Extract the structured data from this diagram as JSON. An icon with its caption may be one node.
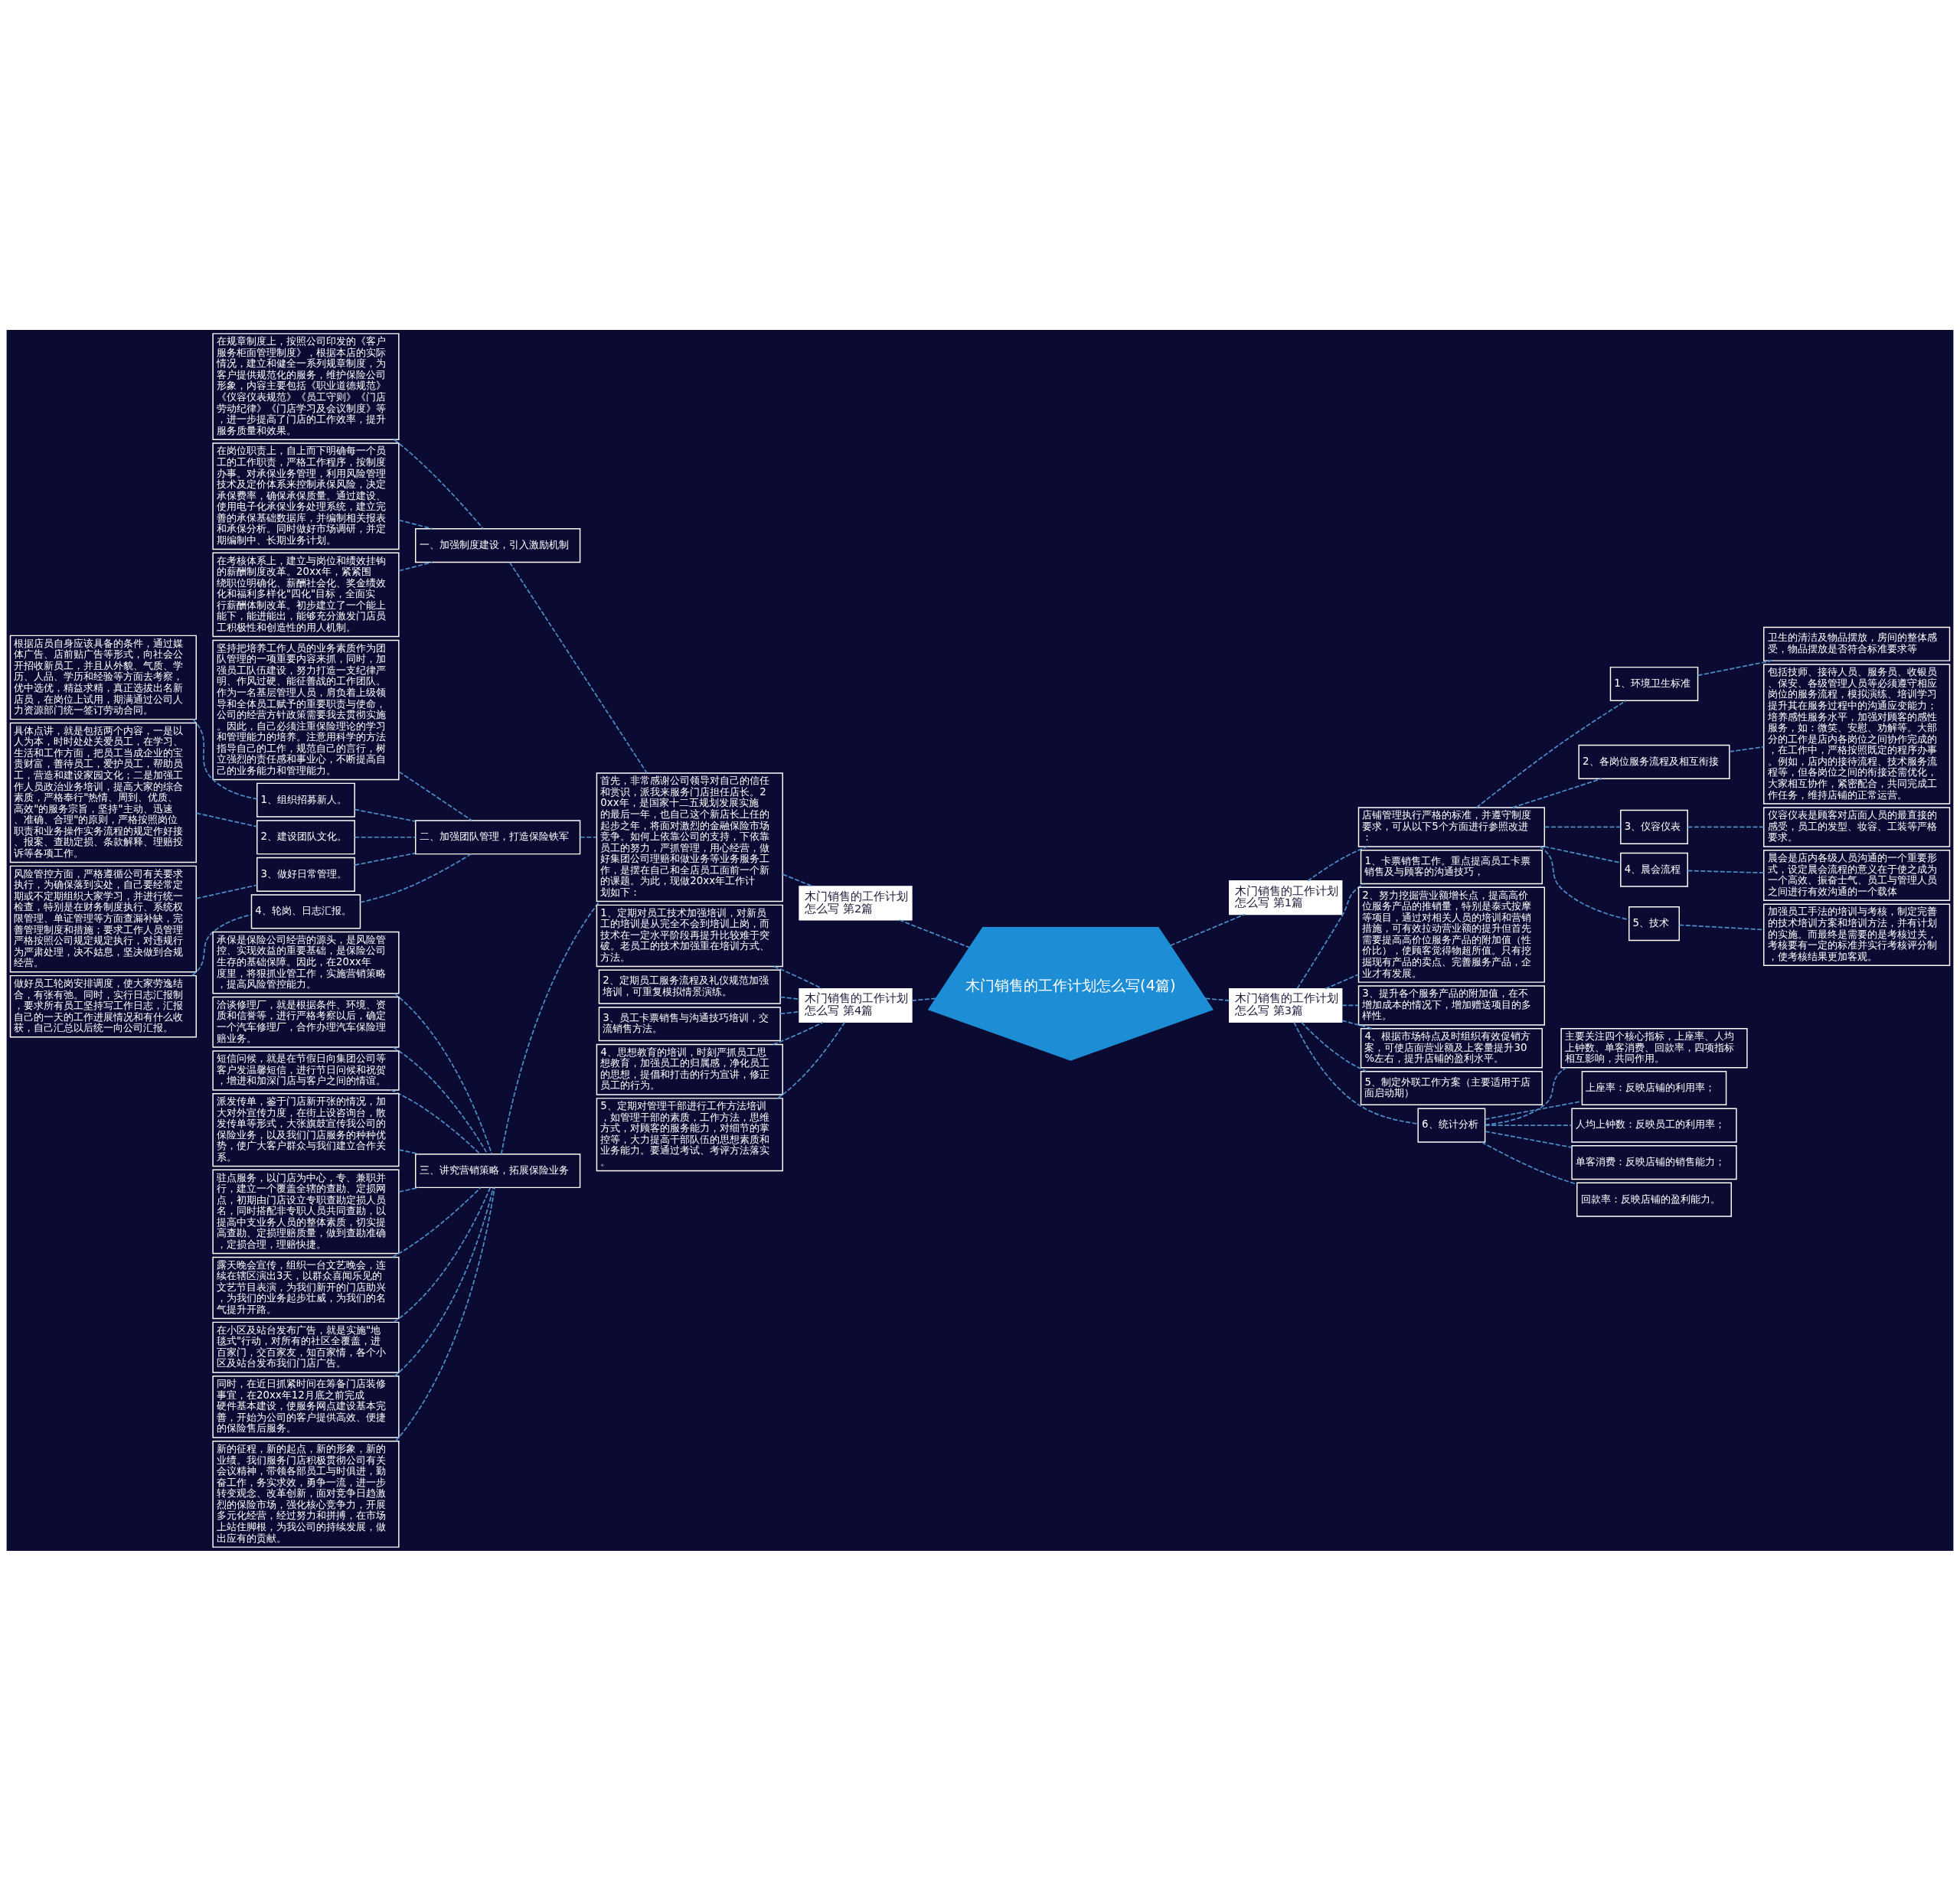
{
  "diagram": {
    "nodes": [
      {
        "text": [
          "木门销售的工作计划怎么写(4篇)"
        ]
      },
      {
        "text": [
          "木门销售的工作计划怎么写 第1篇"
        ]
      },
      {
        "text": [
          "店铺管理执行严格的标准，并遵守制度要求，可从以下5个方面进行参照改进："
        ]
      },
      {
        "text": [
          "1、环境卫生标准"
        ]
      },
      {
        "text": [
          "卫生的清洁及物品摆放，房间的整体感受，物品摆放是否符合标准要求等"
        ]
      },
      {
        "text": [
          "2、各岗位服务流程及相互衔接"
        ]
      },
      {
        "text": [
          "包括技师、接待人员、服务员、收银员、保安、各级管理人员等必须遵守相应岗位的服务流程，模拟演练、培训学习提升其在服务过程中的沟通应变能力；培养感性服务水平，加强对顾客的感性服务，如：微笑、安慰、劝解等。大部分的工作是店内各岗位之间协作完成的，在工作中，严格按照既定的程序办事。例如，店内的接待流程、技术服务流程等，但各岗位之间的衔接还需优化，大家相互协作，紧密配合，共同完成工作任务，维持店铺的正常运营。"
        ]
      },
      {
        "text": [
          "3、仪容仪表"
        ]
      },
      {
        "text": [
          "仪容仪表是顾客对店面人员的最直接的感受，员工的发型、妆容、工装等严格要求。"
        ]
      },
      {
        "text": [
          "4、晨会流程"
        ]
      },
      {
        "text": [
          "晨会是店内各级人员沟通的一个重要形式，设定晨会流程的意义在于使之成为一个高效、振奋士气、员工与管理人员之间进行有效沟通的一个载体"
        ]
      },
      {
        "text": [
          "5、技术"
        ]
      },
      {
        "text": [
          "加强员工手法的培训与考核，制定完善的技术培训方案和培训方法，并有计划的实施。而最终是需要的是考核过关，考核要有一定的标准并实行考核评分制，使考核结果更加客观。"
        ]
      },
      {
        "text": [
          "木门销售的工作计划怎么写 第2篇"
        ]
      },
      {
        "text": [
          "首先，非常感谢公司领导对自己的信任和赏识，派我来服务门店担任店长。20xx年，是国家十二五规划发展实施的最后一年，也自己这个新店长上任的起步之年，将面对激烈的金融保险市场竞争。如何上依靠公司的支持，下依靠员工的努力，严抓管理，用心经营，做好集团公司理赔和做业务等业务服务工作，是摆在自己和全店员工面前一个新的课题。为此，现做20xx年工作计划如下："
        ]
      },
      {
        "text": [
          "一、加强制度建设，引入激励机制"
        ]
      },
      {
        "text": [
          "在规章制度上，按照公司印发的《客户服务柜面管理制度》，根据本店的实际情况，建立和健全一系列规章制度，为客户提供规范化的服务，维护保险公司形象，内容主要包括《职业道德规范》《仪容仪表规范》《员工守则》《门店劳动纪律》《门店学习及会议制度》等，进一步提高了门店的工作效率，提升服务质量和效果。"
        ]
      },
      {
        "text": [
          "在岗位职责上，自上而下明确每一个员工的工作职责，严格工作程序，按制度办事。对承保业务管理，利用风险管理技术及定价体系来控制承保风险，决定承保费率，确保承保质量。通过建设、使用电子化承保业务处理系统，建立完善的承保基础数据库，并编制相关报表和承保分析。同时做好市场调研，并定期编制中、长期业务计划。"
        ]
      },
      {
        "text": [
          "在考核体系上，建立与岗位和绩效挂钩的薪酬制度改革。20xx年，紧紧围绕职位明确化、薪酬社会化、奖金绩效化和福利多样化\"四化\"目标，全面实行薪酬体制改革。初步建立了一个能上能下，能进能出，能够充分激发门店员工积极性和创造性的用人机制。"
        ]
      },
      {
        "text": [
          "二、加强团队管理，打造保险铁军"
        ]
      },
      {
        "text": [
          "坚持把培养工作人员的业务素质作为团队管理的一项重要内容来抓，同时，加强员工队伍建设，努力打造一支纪律严明、作风过硬、能征善战的工作团队。作为一名基层管理人员，肩负着上级领导和全体员工赋予的重要职责与使命，公司的经营方针政策需要我去贯彻实施。因此，自己必须注重保险理论的学习和管理能力的培养。注意用科学的方法指导自己的工作，规范自己的言行，树立强烈的责任感和事业心，不断提高自己的业务能力和管理能力。"
        ]
      },
      {
        "text": [
          "1、组织招募新人。"
        ]
      },
      {
        "text": [
          "根据店员自身应该具备的条件，通过媒体广告、店前贴广告等形式，向社会公开招收新员工，并且从外貌、气质、学历、人品、学历和经验等方面去考察，优中选优，精益求精，真正选拔出名新店员，在岗位上试用，期满通过公司人力资源部门统一签订劳动合同。"
        ]
      },
      {
        "text": [
          "2、建设团队文化。"
        ]
      },
      {
        "text": [
          "具体点讲，就是包括两个内容，一是以人为本，时时处处关爱员工，在学习、生活和工作方面，把员工当成企业的宝贵财富，善待员工，爱护员工，帮助员工，营造和建设家园文化；二是加强工作人员政治业务培训，提高大家的综合素质，严格奉行\"热情、周到、优质、高效\"的服务宗旨，坚持\"主动、迅速、准确、合理\"的原则，严格按照岗位职责和业务操作实务流程的规定作好接、报案、查勘定损、条款解释、理赔投诉等各项工作。"
        ]
      },
      {
        "text": [
          "3、做好日常管理。"
        ]
      },
      {
        "text": [
          "风险管控方面，严格遵循公司有关要求执行，为确保落到实处，自己要经常定期或不定期组织大家学习，并进行统一检查，特别是在财务制度执行、系统权限管理、单证管理等方面查漏补缺，完善管理制度和措施；要求工作人员管理严格按照公司规定规定执行，对违规行为严肃处理，决不姑息，坚决做到合规经营。"
        ]
      },
      {
        "text": [
          "4、轮岗、日志汇报。"
        ]
      },
      {
        "text": [
          "做好员工轮岗安排调度，使大家劳逸结合，有张有弛。同时，实行日志汇报制，要求所有员工坚持写工作日志，汇报自己的一天的工作进展情况和有什么收获，自己汇总以后统一向公司汇报。"
        ]
      },
      {
        "text": [
          "三、讲究营销策略，拓展保险业务"
        ]
      },
      {
        "text": [
          "承保是保险公司经营的源头，是风险管控、实现效益的重要基础，是保险公司生存的基础保障。因此，在20xx年度里，将狠抓业管工作，实施营销策略，提高风险管控能力。"
        ]
      },
      {
        "text": [
          "洽谈修理厂，就是根据条件、环境、资质和信誉等，进行严格考察以后，确定一个汽车修理厂，合作办理汽车保险理赔业务。"
        ]
      },
      {
        "text": [
          "短信问候，就是在节假日向集团公司等客户发温馨短信，进行节日问候和祝贺，增进和加深门店与客户之间的情谊。"
        ]
      },
      {
        "text": [
          "派发传单，鉴于门店新开张的情况，加大对外宣传力度，在街上设咨询台，散发传单等形式，大张旗鼓宣传我公司的保险业务，以及我们门店服务的种种优势，使广大客户群众与我们建立合作关系。"
        ]
      },
      {
        "text": [
          "驻点服务，以门店为中心，专、兼职并行，建立一个覆盖全辖的查勘、定损网点，初期由门店设立专职查勘定损人员名，同时搭配非专职人员共同查勘，以提高中支业务人员的整体素质，切实提高查勘、定损理赔质量，做到查勘准确，定损合理，理赔快捷。"
        ]
      },
      {
        "text": [
          "露天晚会宣传，组织一台文艺晚会，连续在辖区演出3天，以群众喜闻乐见的文艺节目表演，为我们新开的门店助兴，为我们的业务起步壮威，为我们的名气提升开路。"
        ]
      },
      {
        "text": [
          "在小区及站台发布广告，就是实施\"地毯式\"行动，对所有的社区全覆盖，进百家门，交百家友，知百家情，各个小区及站台发布我们门店广告。"
        ]
      },
      {
        "text": [
          "同时，在近日抓紧时间在筹备门店装修事宜，在20xx年12月底之前完成硬件基本建设，使服务网点建设基本完善，开始为公司的客户提供高效、便捷的保险售后服务。"
        ]
      },
      {
        "text": [
          "新的征程，新的起点，新的形象，新的业绩。我们服务门店积极贯彻公司有关会议精神，带领各部员工与时俱进，勤奋工作，务实求效，勇争一流，进一步转变观念、改革创新，面对竞争日趋激烈的保险市场，强化核心竞争力，开展多元化经营，经过努力和拼搏，在市场上站住脚根，为我公司的持续发展，做出应有的贡献。"
        ]
      },
      {
        "text": [
          "木门销售的工作计划怎么写 第3篇"
        ]
      },
      {
        "text": [
          "1、卡票销售工作。重点提高员工卡票销售及与顾客的沟通技巧，"
        ]
      },
      {
        "text": [
          "2、努力挖掘营业额增长点，提高高价位服务产品的推销量，特别是泰式按摩等项目，通过对相关人员的培训和营销措施，可有效拉动营业额的提升但首先需要提高高价位服务产品的附加值（性价比），使顾客觉得物超所值。只有挖掘现有产品的卖点、完善服务产品，企业才有发展。"
        ]
      },
      {
        "text": [
          "3、提升各个服务产品的附加值，在不增加成本的情况下，增加赠送项目的多样性。"
        ]
      },
      {
        "text": [
          "4、根据市场特点及时组织有效促销方案，可使店面营业额及上客量提升30%左右，提升店铺的盈利水平。"
        ]
      },
      {
        "text": [
          "5、制定外联工作方案（主要适用于店面启动期）"
        ]
      },
      {
        "text": [
          "6、统计分析"
        ]
      },
      {
        "text": [
          "主要关注四个核心指标，上座率、人均上钟数、单客消费、回款率，四项指标相互影响，共同作用。"
        ]
      },
      {
        "text": [
          "上座率：反映店铺的利用率；"
        ]
      },
      {
        "text": [
          "人均上钟数：反映员工的利用率；"
        ]
      },
      {
        "text": [
          "单客消费：反映店铺的销售能力；"
        ]
      },
      {
        "text": [
          "回款率：反映店铺的盈利能力。"
        ]
      },
      {
        "text": [
          "木门销售的工作计划怎么写 第4篇"
        ]
      },
      {
        "text": [
          "1、定期对员工技术加强培训，对新员工的培训是从完全不会到培训上岗，而技术在一定水平阶段再提升比较难于突破。老员工的技术加强重在培训方式、方法。"
        ]
      },
      {
        "text": [
          "2、定期员工服务流程及礼仪规范加强培训，可重复模拟情景演练。"
        ]
      },
      {
        "text": [
          "3、员工卡票销售与沟通技巧培训，交流销售方法。"
        ]
      },
      {
        "text": [
          "4、思想教育的培训，时刻严抓员工思想教育，加强员工的归属感，净化员工的思想，提倡和打击的行为宣讲，修正员工的行为。"
        ]
      },
      {
        "text": [
          "5、定期对管理干部进行工作方法培训，如管理干部的素质，工作方法，思维方式，对顾客的服务能力，对细节的掌控等，大力提高干部队伍的思想素质和业务能力。要通过考试、考评方法落实。"
        ]
      }
    ],
    "edges": [
      {
        "from": 0,
        "to": 1,
        "arrow": "none",
        "style": "dashed"
      },
      {
        "from": 1,
        "to": 2,
        "arrow": "none",
        "style": "dashed"
      },
      {
        "from": 2,
        "to": 3,
        "arrow": "none",
        "style": "dashed"
      },
      {
        "from": 3,
        "to": 4,
        "arrow": "none",
        "style": "dashed"
      },
      {
        "from": 2,
        "to": 5,
        "arrow": "none",
        "style": "dashed"
      },
      {
        "from": 5,
        "to": 6,
        "arrow": "none",
        "style": "dashed"
      },
      {
        "from": 2,
        "to": 7,
        "arrow": "none",
        "style": "dashed"
      },
      {
        "from": 7,
        "to": 8,
        "arrow": "none",
        "style": "dashed"
      },
      {
        "from": 2,
        "to": 9,
        "arrow": "none",
        "style": "dashed"
      },
      {
        "from": 9,
        "to": 10,
        "arrow": "none",
        "style": "dashed"
      },
      {
        "from": 2,
        "to": 11,
        "arrow": "none",
        "style": "dashed"
      },
      {
        "from": 11,
        "to": 12,
        "arrow": "none",
        "style": "dashed"
      },
      {
        "from": 0,
        "to": 13,
        "arrow": "none",
        "style": "dashed"
      },
      {
        "from": 13,
        "to": 14,
        "arrow": "none",
        "style": "dashed"
      },
      {
        "from": 14,
        "to": 15,
        "arrow": "none",
        "style": "dashed"
      },
      {
        "from": 15,
        "to": 16,
        "arrow": "none",
        "style": "dashed"
      },
      {
        "from": 15,
        "to": 17,
        "arrow": "none",
        "style": "dashed"
      },
      {
        "from": 15,
        "to": 18,
        "arrow": "none",
        "style": "dashed"
      },
      {
        "from": 14,
        "to": 19,
        "arrow": "none",
        "style": "dashed"
      },
      {
        "from": 19,
        "to": 20,
        "arrow": "none",
        "style": "dashed"
      },
      {
        "from": 19,
        "to": 21,
        "arrow": "none",
        "style": "dashed"
      },
      {
        "from": 21,
        "to": 22,
        "arrow": "none",
        "style": "dashed"
      },
      {
        "from": 19,
        "to": 23,
        "arrow": "none",
        "style": "dashed"
      },
      {
        "from": 23,
        "to": 24,
        "arrow": "none",
        "style": "dashed"
      },
      {
        "from": 19,
        "to": 25,
        "arrow": "none",
        "style": "dashed"
      },
      {
        "from": 25,
        "to": 26,
        "arrow": "none",
        "style": "dashed"
      },
      {
        "from": 19,
        "to": 27,
        "arrow": "none",
        "style": "dashed"
      },
      {
        "from": 27,
        "to": 28,
        "arrow": "none",
        "style": "dashed"
      },
      {
        "from": 14,
        "to": 29,
        "arrow": "none",
        "style": "dashed"
      },
      {
        "from": 29,
        "to": 30,
        "arrow": "none",
        "style": "dashed"
      },
      {
        "from": 29,
        "to": 31,
        "arrow": "none",
        "style": "dashed"
      },
      {
        "from": 29,
        "to": 32,
        "arrow": "none",
        "style": "dashed"
      },
      {
        "from": 29,
        "to": 33,
        "arrow": "none",
        "style": "dashed"
      },
      {
        "from": 29,
        "to": 34,
        "arrow": "none",
        "style": "dashed"
      },
      {
        "from": 29,
        "to": 35,
        "arrow": "none",
        "style": "dashed"
      },
      {
        "from": 29,
        "to": 36,
        "arrow": "none",
        "style": "dashed"
      },
      {
        "from": 29,
        "to": 37,
        "arrow": "none",
        "style": "dashed"
      },
      {
        "from": 29,
        "to": 38,
        "arrow": "none",
        "style": "dashed"
      },
      {
        "from": 0,
        "to": 39,
        "arrow": "none",
        "style": "dashed"
      },
      {
        "from": 39,
        "to": 40,
        "arrow": "none",
        "style": "dashed"
      },
      {
        "from": 39,
        "to": 41,
        "arrow": "none",
        "style": "dashed"
      },
      {
        "from": 39,
        "to": 42,
        "arrow": "none",
        "style": "dashed"
      },
      {
        "from": 39,
        "to": 43,
        "arrow": "none",
        "style": "dashed"
      },
      {
        "from": 39,
        "to": 44,
        "arrow": "none",
        "style": "dashed"
      },
      {
        "from": 39,
        "to": 45,
        "arrow": "none",
        "style": "dashed"
      },
      {
        "from": 45,
        "to": 46,
        "arrow": "none",
        "style": "dashed"
      },
      {
        "from": 45,
        "to": 47,
        "arrow": "none",
        "style": "dashed"
      },
      {
        "from": 45,
        "to": 48,
        "arrow": "none",
        "style": "dashed"
      },
      {
        "from": 45,
        "to": 49,
        "arrow": "none",
        "style": "dashed"
      },
      {
        "from": 45,
        "to": 50,
        "arrow": "none",
        "style": "dashed"
      },
      {
        "from": 0,
        "to": 51,
        "arrow": "none",
        "style": "dashed"
      },
      {
        "from": 51,
        "to": 52,
        "arrow": "none",
        "style": "dashed"
      },
      {
        "from": 51,
        "to": 53,
        "arrow": "none",
        "style": "dashed"
      },
      {
        "from": 51,
        "to": 54,
        "arrow": "none",
        "style": "dashed"
      },
      {
        "from": 51,
        "to": 55,
        "arrow": "none",
        "style": "dashed"
      },
      {
        "from": 51,
        "to": 56,
        "arrow": "none",
        "style": "dashed"
      }
    ]
  }
}
